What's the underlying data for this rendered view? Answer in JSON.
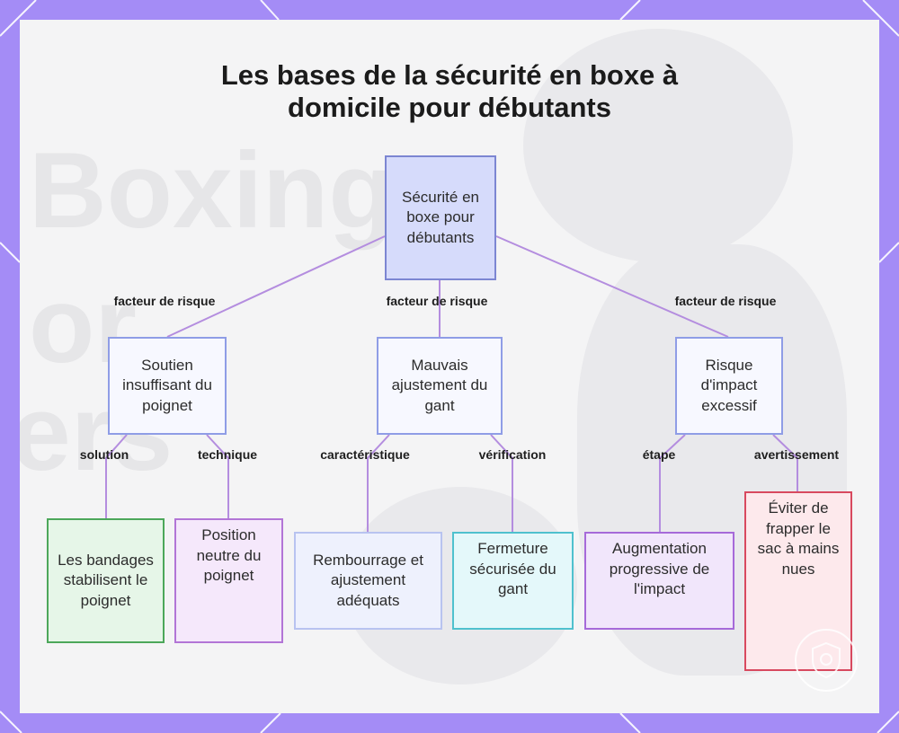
{
  "title": "Les bases de la sécurité en boxe à domicile pour débutants",
  "background_text": [
    "Boxing",
    "or",
    "ers"
  ],
  "colors": {
    "frame": "#a48cf6",
    "edge": "#b48ddf",
    "root_fill": "#d6dbfb",
    "solution_green": "#4ca75a",
    "warning_red": "#d8495f"
  },
  "root": {
    "text": "Sécurité en boxe pour débutants"
  },
  "branches": [
    {
      "edge_label": "facteur de risque",
      "text": "Soutien insuffisant du poignet",
      "children": [
        {
          "edge_label": "solution",
          "text": "Les bandages stabilisent le poignet"
        },
        {
          "edge_label": "technique",
          "text": "Position neutre du poignet"
        }
      ]
    },
    {
      "edge_label": "facteur de risque",
      "text": "Mauvais ajustement du gant",
      "children": [
        {
          "edge_label": "caractéristique",
          "text": "Rembourrage et ajustement adéquats"
        },
        {
          "edge_label": "vérification",
          "text": "Fermeture sécurisée du gant"
        }
      ]
    },
    {
      "edge_label": "facteur de risque",
      "text": "Risque d'impact excessif",
      "children": [
        {
          "edge_label": "étape",
          "text": "Augmentation progressive de l'impact"
        },
        {
          "edge_label": "avertissement",
          "text": "Éviter de frapper le sac à mains nues"
        }
      ]
    }
  ],
  "badge_icon": "shield-logo-icon"
}
